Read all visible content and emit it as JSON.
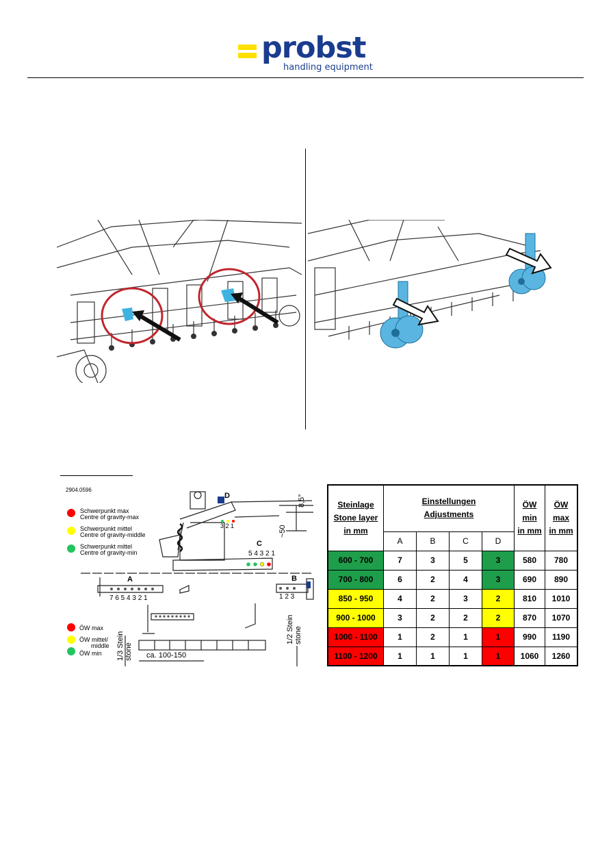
{
  "logo": {
    "brand": "probst",
    "tagline": "handling equipment",
    "colors": {
      "blue": "#1a3c8f",
      "yellow": "#ffe000"
    }
  },
  "diagram": {
    "ref": "2904.0596",
    "legend_top": [
      {
        "de": "Schwerpunkt max",
        "en": "Centre of gravity-max",
        "color": "#ff0000"
      },
      {
        "de": "Schwerpunkt mittel",
        "en": "Centre of gravity-middle",
        "color": "#ffff00"
      },
      {
        "de": "Schwerpunkt mittel",
        "en": "Centre of gravity-min",
        "color": "#22c55e"
      }
    ],
    "legend_bottom": [
      {
        "label": "ÖW max",
        "color": "#ff0000"
      },
      {
        "label": "ÖW mittel/",
        "label2": "middle",
        "color": "#ffff00"
      },
      {
        "label": "ÖW min",
        "color": "#22c55e"
      }
    ],
    "labels": {
      "A": "A",
      "B": "B",
      "C": "C",
      "D": "D",
      "a_scale": "7 6 5 4 3 2 1",
      "b_scale": "1 2 3",
      "c_scale": "5 4 3 2 1",
      "d_scale": "3 2 1",
      "angle": "8,5°",
      "height": "~50",
      "third_de": "1/3 Stein",
      "third_en": "stone",
      "half_de": "1/2 Stein",
      "half_en": "stone",
      "distance": "ca. 100-150"
    }
  },
  "table": {
    "headers": {
      "stone": [
        "Steinlage",
        "Stone layer",
        "in mm"
      ],
      "adjust": [
        "Einstellungen",
        "Adjustments"
      ],
      "ow_min": [
        "ÖW min",
        "in mm"
      ],
      "ow_max": [
        "ÖW max",
        "in mm"
      ],
      "cols": [
        "A",
        "B",
        "C",
        "D"
      ]
    },
    "rows": [
      {
        "range": "600 - 700",
        "A": "7",
        "B": "3",
        "C": "5",
        "D": "3",
        "min": "580",
        "max": "780",
        "color": "g"
      },
      {
        "range": "700 - 800",
        "A": "6",
        "B": "2",
        "C": "4",
        "D": "3",
        "min": "690",
        "max": "890",
        "color": "g"
      },
      {
        "range": "850 - 950",
        "A": "4",
        "B": "2",
        "C": "3",
        "D": "2",
        "min": "810",
        "max": "1010",
        "color": "y"
      },
      {
        "range": "900 - 1000",
        "A": "3",
        "B": "2",
        "C": "2",
        "D": "2",
        "min": "870",
        "max": "1070",
        "color": "y"
      },
      {
        "range": "1000 - 1100",
        "A": "1",
        "B": "2",
        "C": "1",
        "D": "1",
        "min": "990",
        "max": "1190",
        "color": "r"
      },
      {
        "range": "1100 - 1200",
        "A": "1",
        "B": "1",
        "C": "1",
        "D": "1",
        "min": "1060",
        "max": "1260",
        "color": "r"
      }
    ]
  }
}
